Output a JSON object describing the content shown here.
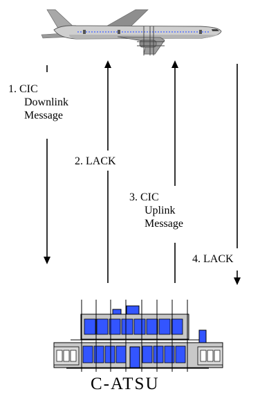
{
  "aircraft_icon": "airplane-icon",
  "ground_icon": "building-icon",
  "colors": {
    "fuselage": "#c9c9c9",
    "windows": "#3355ff",
    "arrows": "#000000"
  },
  "messages": [
    {
      "step": "1.",
      "lines": [
        "1. CIC",
        "Downlink",
        "Message"
      ],
      "direction": "down"
    },
    {
      "step": "2.",
      "lines": [
        "2. LACK"
      ],
      "direction": "up"
    },
    {
      "step": "3.",
      "lines": [
        "3. CIC",
        "Uplink",
        "Message"
      ],
      "direction": "up"
    },
    {
      "step": "4.",
      "lines": [
        "4. LACK"
      ],
      "direction": "down"
    }
  ],
  "ground_station": {
    "label": "C-ATSU"
  }
}
